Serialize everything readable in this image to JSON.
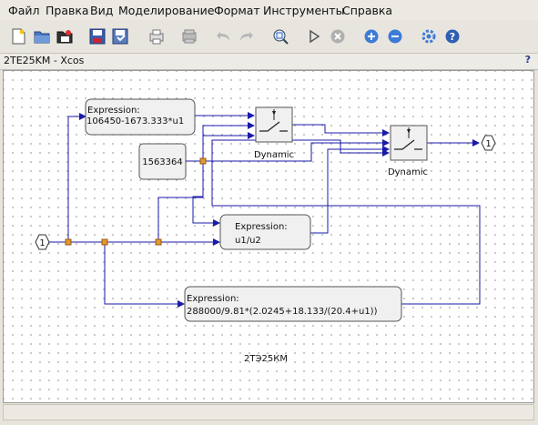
{
  "menu": {
    "items": [
      "Файл",
      "Правка",
      "Вид",
      "Моделирование",
      "Формат",
      "Инструменты",
      "Справка"
    ]
  },
  "toolbar": {
    "buttons": [
      "new-icon",
      "open-icon",
      "open-folder-icon",
      "save-icon",
      "save-as-icon",
      "print-icon",
      "print-setup-icon",
      "undo-icon",
      "redo-icon",
      "fit-diagram-icon",
      "start-icon",
      "stop-icon",
      "zoom-in-icon",
      "zoom-out-icon",
      "settings-icon",
      "help-icon"
    ]
  },
  "window": {
    "title": "2TE25KM - Xcos",
    "help_label": "?"
  },
  "diagram": {
    "input_port_label": "1",
    "output_port_label": "1",
    "expr1_title": "Expression:",
    "expr1_formula": "106450-1673.333*u1",
    "const_value": "1563364",
    "switch1_label": "Dynamic",
    "switch2_label": "Dynamic",
    "expr2_title": "Expression:",
    "expr2_formula": "u1/u2",
    "expr3_title": "Expression:",
    "expr3_formula": "288000/9.81*(2.0245+18.133/(20.4+u1))",
    "caption": "2ТЭ25КМ"
  },
  "colors": {
    "wire": "#1a1aa8",
    "block_fill": "#f0f0f0",
    "block_stroke": "#555555",
    "split_point": "#e39a2c",
    "menubar_bg": "#ece9e3"
  }
}
